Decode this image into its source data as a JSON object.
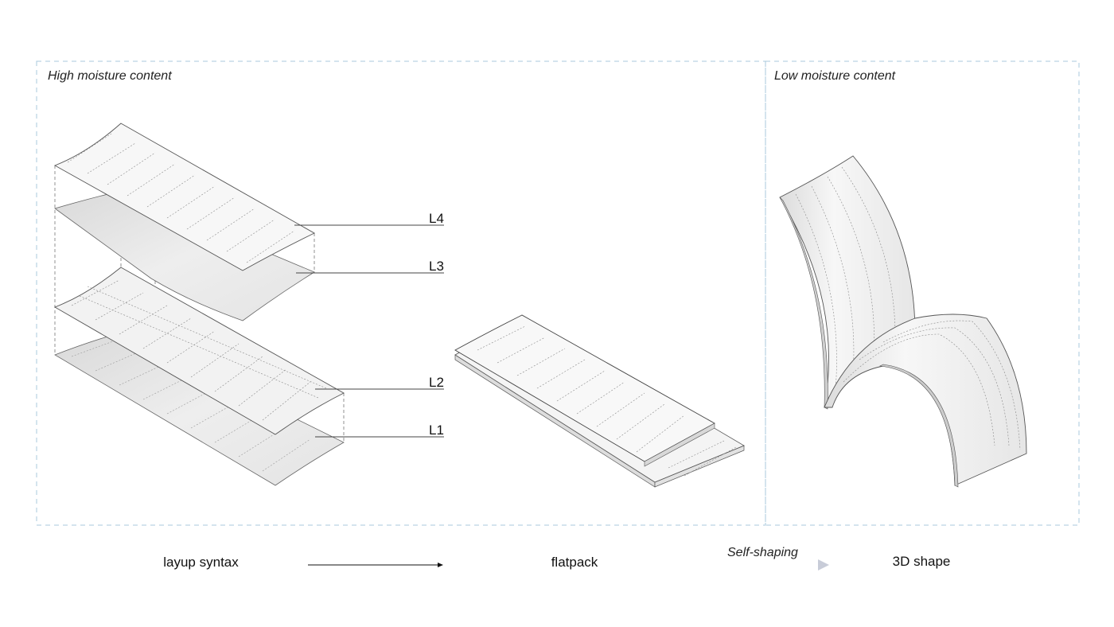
{
  "regions": {
    "left_title": "High moisture content",
    "right_title": "Low moisture content"
  },
  "layers": [
    "L4",
    "L3",
    "L2",
    "L1"
  ],
  "steps": {
    "layup": "layup syntax",
    "flatpack": "flatpack",
    "transition": "Self-shaping",
    "shape": "3D shape"
  },
  "colors": {
    "frame": "#a8c8dc",
    "sheet_fill_light": "#f6f6f6",
    "sheet_fill_shade": "#e2e2e2",
    "outline": "#555555",
    "arrow_dark": "#111111",
    "arrow_gradient_start": "#1c2a8a",
    "arrow_gradient_end": "#c8ccd8"
  }
}
